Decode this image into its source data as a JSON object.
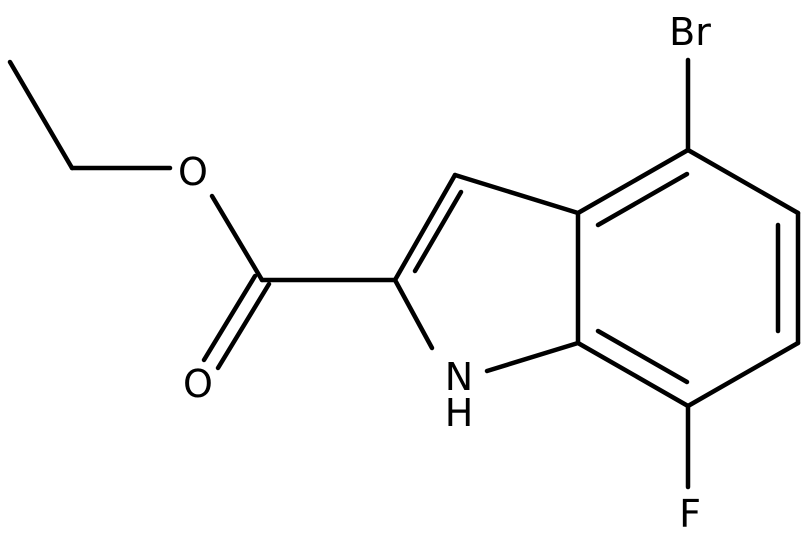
{
  "structure": {
    "atoms": {
      "bromine": "Br",
      "fluorine": "F",
      "ester_oxygen": "O",
      "carbonyl_oxygen": "O",
      "ring_nitrogen": "N",
      "ring_nitrogen_hydrogen": "H"
    },
    "colors": {
      "ink": "#000000",
      "background": "#ffffff"
    }
  }
}
